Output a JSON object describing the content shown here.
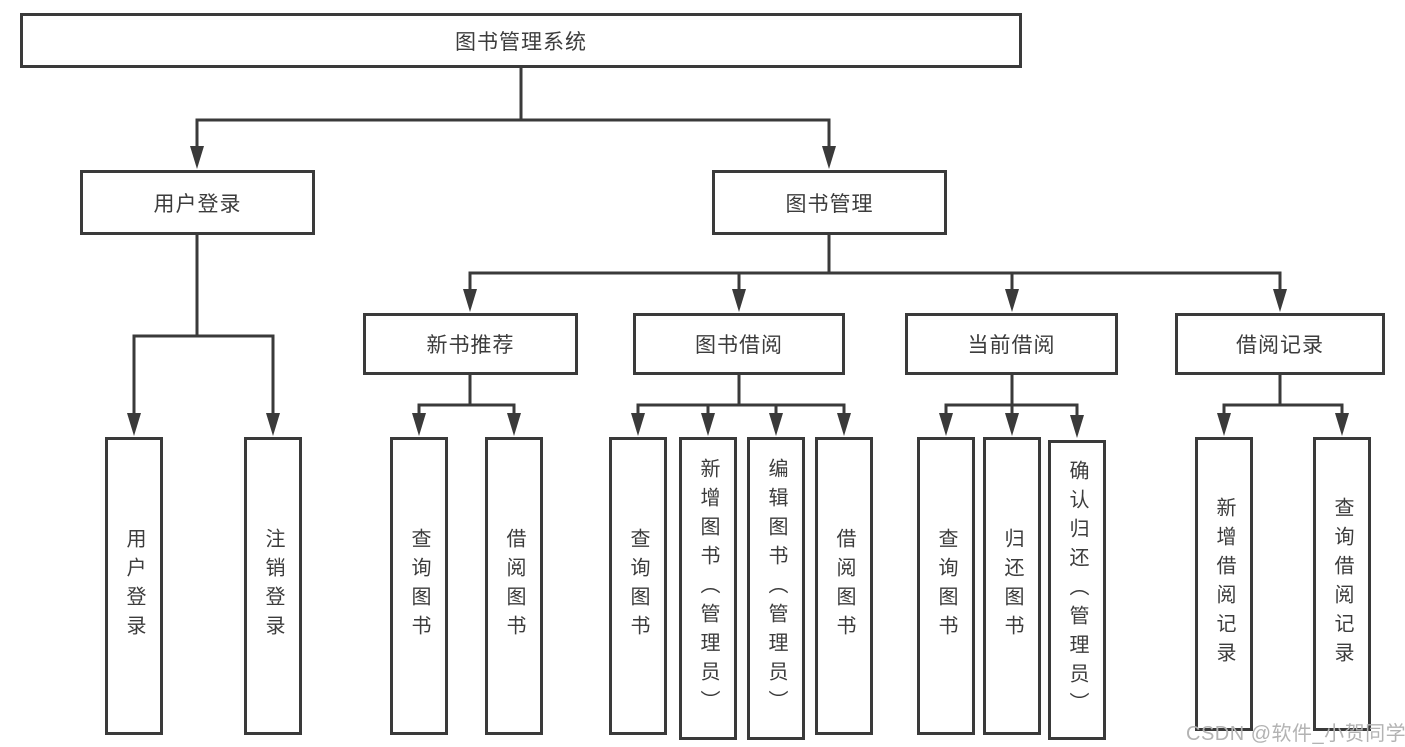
{
  "diagram": {
    "root": {
      "label": "图书管理系统"
    },
    "level2": [
      {
        "label": "用户登录"
      },
      {
        "label": "图书管理"
      }
    ],
    "level3": [
      {
        "label": "新书推荐"
      },
      {
        "label": "图书借阅"
      },
      {
        "label": "当前借阅"
      },
      {
        "label": "借阅记录"
      }
    ],
    "leaves": {
      "user_login": [
        "用户登录",
        "注销登录"
      ],
      "new_book_recommend": [
        "查询图书",
        "借阅图书"
      ],
      "book_borrow": [
        "查询图书",
        "新增图书（管理员）",
        "编辑图书（管理员）",
        "借阅图书"
      ],
      "current_borrow": [
        "查询图书",
        "归还图书",
        "确认归还（管理员）"
      ],
      "borrow_records": [
        "新增借阅记录",
        "查询借阅记录"
      ]
    }
  },
  "watermark": "CSDN @软件_小贺同学",
  "colors": {
    "line": "#3a3a3a",
    "text": "#3c3c3c",
    "background": "#ffffff",
    "watermark": "#b3b3b3"
  }
}
